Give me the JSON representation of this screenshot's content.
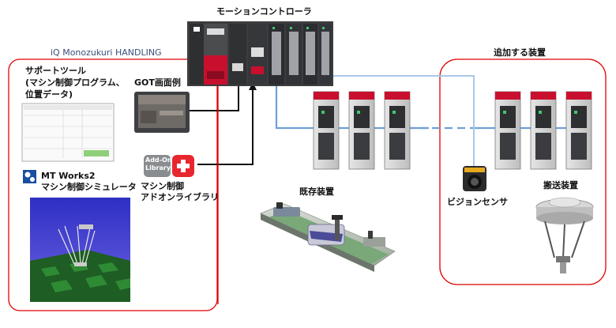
{
  "diagram": {
    "controller_label": "モーションコントローラ",
    "left_group_title": "iQ Monozukuri HANDLING",
    "support_tool": {
      "line1": "サポートツール",
      "line2": "(マシン制御プログラム、",
      "line3": "位置データ)"
    },
    "got_label": "GOT画面例",
    "addon": {
      "badge_line1": "Add-On",
      "badge_line2": "Library",
      "label_line1": "マシン制御",
      "label_line2": "アドオンライブラリ"
    },
    "mt_works": {
      "line1": "MT Works2",
      "line2": "マシン制御シミュレータ"
    },
    "existing_label": "既存装置",
    "added_group_title": "追加する装置",
    "vision_label": "ビジョンセンサ",
    "conveyor_label": "搬送装置"
  },
  "colors": {
    "group_border": "#e00000",
    "network_blue": "#6f9fd8",
    "light_blue": "#a9c8ea",
    "addon_red": "#e8262d",
    "plc_red": "#c8102e"
  }
}
